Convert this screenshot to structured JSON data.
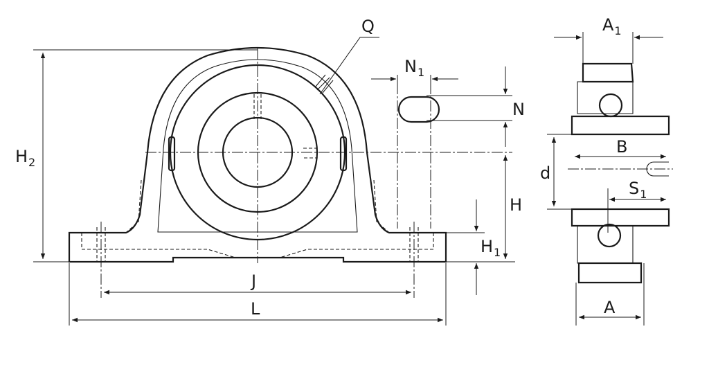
{
  "labels": {
    "H2": {
      "main": "H",
      "sub": "2"
    },
    "Q": {
      "main": "Q"
    },
    "N1": {
      "main": "N",
      "sub": "1"
    },
    "N": {
      "main": "N"
    },
    "A1": {
      "main": "A",
      "sub": "1"
    },
    "B": {
      "main": "B"
    },
    "d": {
      "main": "d"
    },
    "S1": {
      "main": "S",
      "sub": "1"
    },
    "H": {
      "main": "H"
    },
    "H1": {
      "main": "H",
      "sub": "1"
    },
    "J": {
      "main": "J"
    },
    "L": {
      "main": "L"
    },
    "A": {
      "main": "A"
    }
  }
}
